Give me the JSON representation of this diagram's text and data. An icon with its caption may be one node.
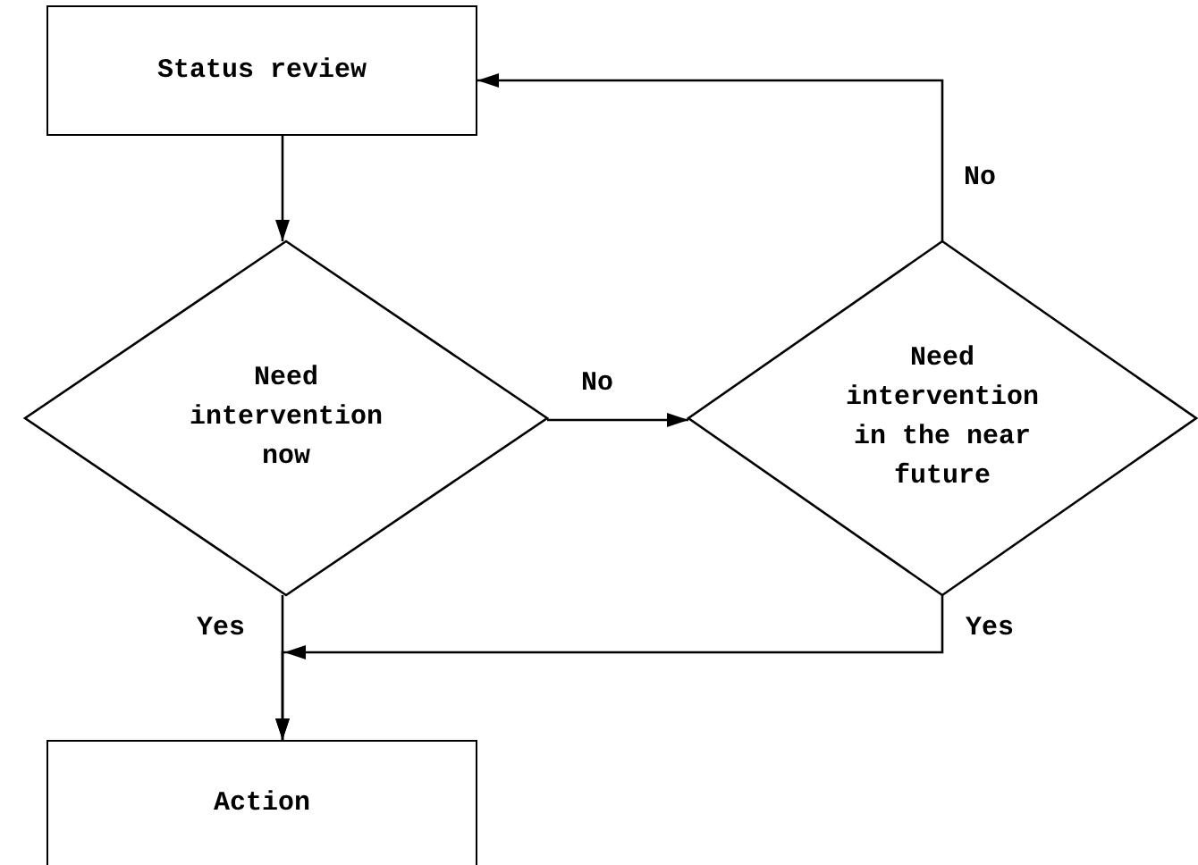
{
  "diagram": {
    "nodes": [
      {
        "text": [
          "Status review"
        ]
      },
      {
        "text": [
          "Need intervention now"
        ]
      },
      {
        "text": [
          "Need intervention in the near future"
        ]
      },
      {
        "text": [
          "Action"
        ]
      }
    ],
    "edges": [
      {
        "from": 0,
        "to": 1,
        "arrow": "to"
      },
      {
        "from": 1,
        "to": 2,
        "arrow": "to",
        "label": "No"
      },
      {
        "from": 2,
        "to": 0,
        "arrow": "to",
        "label": "No"
      },
      {
        "from": 2,
        "to": 3,
        "arrow": "to",
        "label": "Yes"
      },
      {
        "from": 1,
        "to": 3,
        "arrow": "to",
        "label": "Yes"
      }
    ]
  }
}
